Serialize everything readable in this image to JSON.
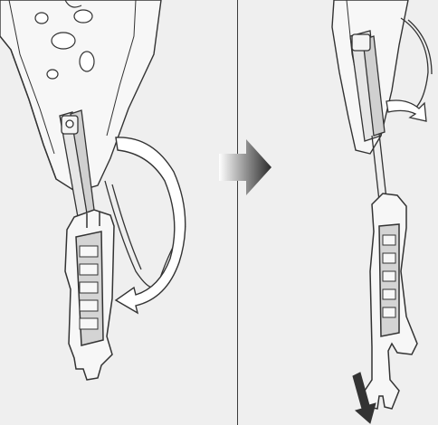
{
  "figure": {
    "panels": [
      {
        "step": 1,
        "action": "fold-down-bracket"
      },
      {
        "step": 2,
        "action": "pull-down-bracket"
      }
    ],
    "transition_icon": "right-arrow-icon",
    "colors": {
      "background": "#efefef",
      "line": "#333333",
      "fill_light": "#f7f7f7",
      "fill_mid": "#d8d8d8",
      "arrow_gradient_dark": "#2b2b2b",
      "arrow_gradient_light": "#ffffff"
    }
  }
}
